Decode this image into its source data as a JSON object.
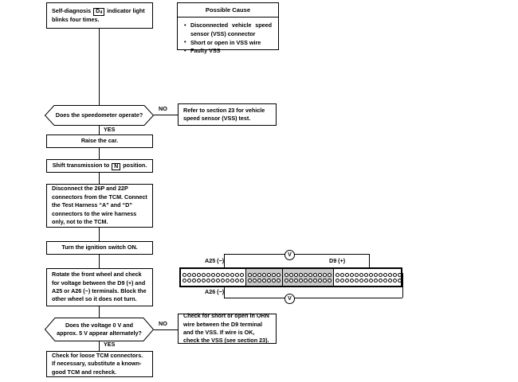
{
  "document": {
    "type": "troubleshooting-flowchart",
    "subject": "Self-diagnosis D4 indicator light blinks four times"
  },
  "nodes": {
    "start": {
      "label_prefix": "Self-diagnosis",
      "key": "D",
      "key_sub": "4",
      "label_suffix": "indicator light blinks four times."
    },
    "possible_cause": {
      "title": "Possible Cause",
      "items": [
        "Disconnected vehicle speed sensor (VSS) connector",
        "Short or open in VSS wire",
        "Faulty VSS"
      ]
    },
    "decision_speedometer": {
      "text": "Does the speedometer operate?",
      "no_label": "NO",
      "yes_label": "YES"
    },
    "refer_section23": {
      "text": "Refer to section 23 for vehicle speed sensor (VSS) test."
    },
    "raise_car": {
      "text": "Raise the car."
    },
    "shift_transmission": {
      "prefix": "Shift transmission to",
      "key": "N",
      "suffix": "position."
    },
    "disconnect_connectors": {
      "text": "Disconnect the 26P and 22P connectors from the TCM. Connect the Test Harness “A” and “D” connectors to the wire harness only, not to the TCM."
    },
    "ignition_on": {
      "text": "Turn the ignition switch ON."
    },
    "rotate_wheel": {
      "text": "Rotate the front wheel and check for voltage between the D9 (+) and A25 or A26 (−) terminals. Block the other wheel so it does not turn."
    },
    "decision_voltage": {
      "text": "Does the voltage 0 V and approx. 5 V appear alternately?",
      "no_label": "NO",
      "yes_label": "YES"
    },
    "check_orn_wire": {
      "text": "Check for short or open in ORN wire between the D9 terminal and the VSS. If wire is OK, check the VSS (see section 23)."
    },
    "check_tcm": {
      "text": "Check for loose TCM connectors. If necessary, substitute a known-good TCM and recheck."
    }
  },
  "connector_diagram": {
    "label_a25": "A25 (−)",
    "label_a26": "A26 (−)",
    "label_d9": "D9 (+)",
    "meter_symbol": "V",
    "segments": [
      {
        "pins_per_row": 13,
        "shaded": false
      },
      {
        "pins_per_row": 7,
        "shaded": true
      },
      {
        "pins_per_row": 10,
        "shaded": true
      },
      {
        "pins_per_row": 14,
        "shaded": false
      }
    ],
    "rows": 2
  }
}
